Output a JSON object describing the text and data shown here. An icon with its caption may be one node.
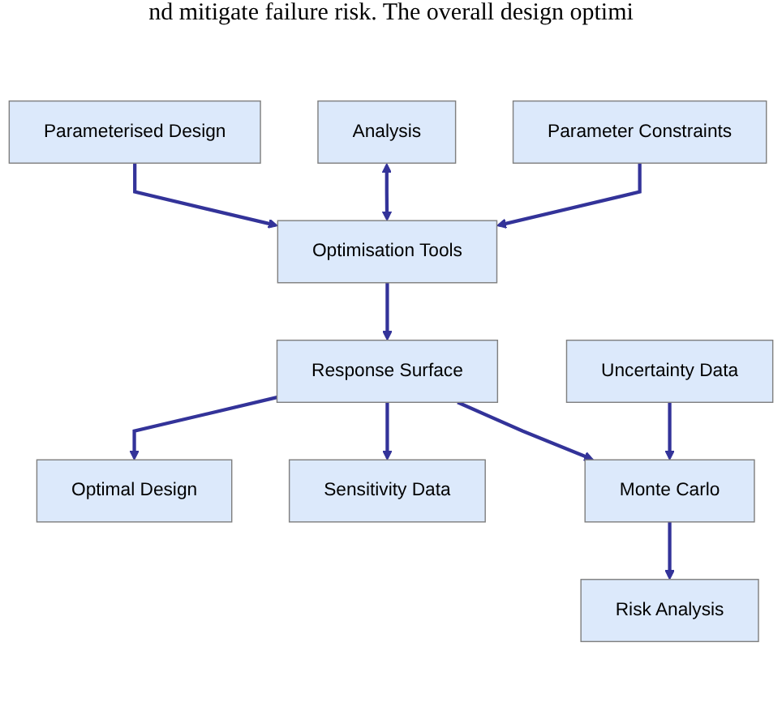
{
  "diagram": {
    "nodes": [
      {
        "text": [
          "Parameterised Design"
        ]
      },
      {
        "text": [
          "Analysis"
        ]
      },
      {
        "text": [
          "Parameter Constraints"
        ]
      },
      {
        "text": [
          "Optimisation Tools"
        ]
      },
      {
        "text": [
          "Optimal Design"
        ]
      },
      {
        "text": [
          "Sensitivity Data"
        ]
      },
      {
        "text": [
          "Response Surface"
        ]
      },
      {
        "text": [
          "Risk Analysis"
        ]
      },
      {
        "text": [
          "Uncertainty Data"
        ]
      },
      {
        "text": [
          "Monte Carlo"
        ]
      }
    ],
    "edges": [
      {
        "from": 0,
        "to": 3,
        "arrow": "to"
      },
      {
        "from": 1,
        "to": 3,
        "arrow": "both"
      },
      {
        "from": 2,
        "to": 3,
        "arrow": "to"
      },
      {
        "from": 3,
        "to": 6,
        "arrow": "to"
      },
      {
        "from": 6,
        "to": 4,
        "arrow": "to"
      },
      {
        "from": 6,
        "to": 5,
        "arrow": "to"
      },
      {
        "from": 6,
        "to": 9,
        "arrow": "to"
      },
      {
        "from": 8,
        "to": 9,
        "arrow": "to"
      },
      {
        "from": 9,
        "to": 7,
        "arrow": "to"
      }
    ],
    "labels": [
      "nd mitigate failure risk. The overall design optimi"
    ]
  }
}
